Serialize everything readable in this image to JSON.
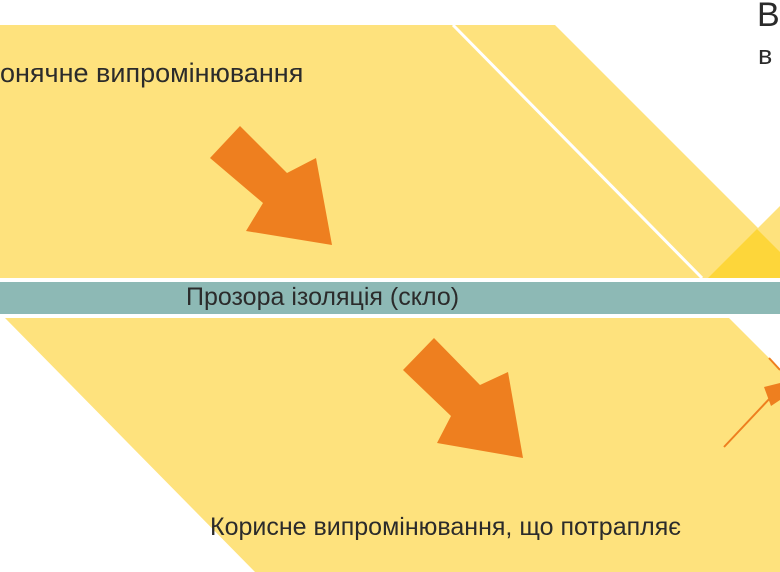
{
  "labels": {
    "incoming": "онячне випромінювання",
    "glass": "Прозора ізоляція (скло)",
    "useful": "Корисне випромінювання, що потрапляє",
    "top_right_1": "В",
    "top_right_2": "в"
  },
  "colors": {
    "band": "#FEE27D",
    "band_overlap": "#FDD63A",
    "glass": "#8DB9B5",
    "arrow": "#EE7F1F",
    "text": "#2b2b2b"
  }
}
